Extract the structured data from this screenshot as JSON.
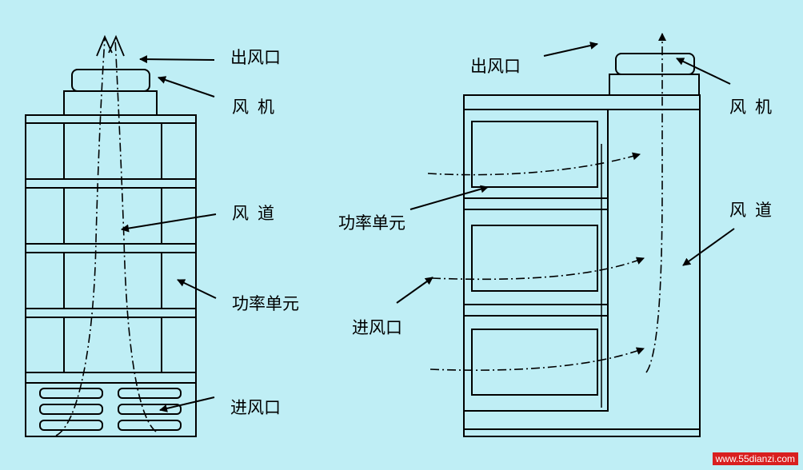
{
  "left": {
    "outlet": "出风口",
    "fan": "风机",
    "duct": "风道",
    "power_unit": "功率单元",
    "inlet": "进风口"
  },
  "right": {
    "outlet": "出风口",
    "fan": "风机",
    "duct": "风道",
    "power_unit": "功率单元",
    "inlet": "进风口"
  },
  "watermark": "www.55dianzi.com",
  "colors": {
    "background": "#bfeef5",
    "line": "#000000",
    "watermark_bg": "#d91f1f"
  }
}
